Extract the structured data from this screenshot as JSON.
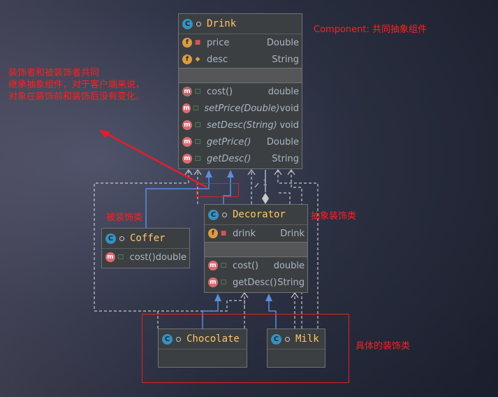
{
  "colors": {
    "annotation": "#ff2020",
    "class_header": "#ffc66d",
    "text": "#a9b7c6",
    "arrow_blue": "#5b8fd9",
    "dashed": "#c8c8c8"
  },
  "drink": {
    "name": "Drink",
    "icon": "C",
    "fields": [
      {
        "icon": "f",
        "name": "price",
        "type": "Double",
        "vis": "lock"
      },
      {
        "icon": "f",
        "name": "desc",
        "type": "String",
        "vis": "key"
      }
    ],
    "methods": [
      {
        "icon": "m",
        "name": "cost()",
        "type": "double",
        "abstract": true
      },
      {
        "icon": "m",
        "name": "setPrice(Double)",
        "type": "void"
      },
      {
        "icon": "m",
        "name": "setDesc(String)",
        "type": "void"
      },
      {
        "icon": "m",
        "name": "getPrice()",
        "type": "Double"
      },
      {
        "icon": "m",
        "name": "getDesc()",
        "type": "String"
      }
    ]
  },
  "decorator": {
    "name": "Decorator",
    "icon": "C",
    "fields": [
      {
        "icon": "f",
        "name": "drink",
        "type": "Drink"
      }
    ],
    "methods": [
      {
        "icon": "m",
        "name": "cost()",
        "type": "double"
      },
      {
        "icon": "m",
        "name": "getDesc()",
        "type": "String"
      }
    ]
  },
  "coffer": {
    "name": "Coffer",
    "icon": "C",
    "methods": [
      {
        "icon": "m",
        "name": "cost()",
        "type": "double"
      }
    ]
  },
  "chocolate": {
    "name": "Chocolate",
    "icon": "C"
  },
  "milk": {
    "name": "Milk",
    "icon": "C"
  },
  "multiplicity": "1",
  "annotations": {
    "component": "Component: 共同抽象组件",
    "left_note": [
      "装饰者和被装饰者共同",
      "继承抽象组件，对于客户端来说，",
      "对象在装饰前和装饰后没有变化。"
    ],
    "decorated": "被装饰类",
    "abstract_decorator": "抽象装饰类",
    "concrete_decorators": "具体的装饰类"
  }
}
